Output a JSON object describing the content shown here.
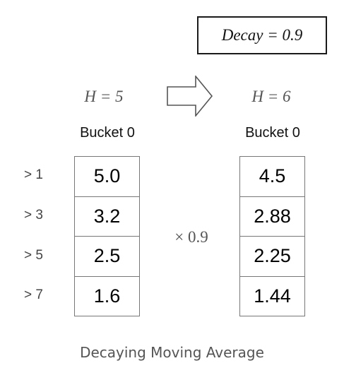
{
  "decay_label": "Decay = 0.9",
  "before": {
    "h_label": "H = 5",
    "bucket_title": "Bucket 0",
    "values": [
      "5.0",
      "3.2",
      "2.5",
      "1.6"
    ]
  },
  "after": {
    "h_label": "H = 6",
    "bucket_title": "Bucket 0",
    "values": [
      "4.5",
      "2.88",
      "2.25",
      "1.44"
    ]
  },
  "row_labels": [
    "> 1",
    "> 3",
    "> 5",
    "> 7"
  ],
  "multiplier": "× 0.9",
  "caption": "Decaying Moving Average",
  "colors": {
    "border": "#777777",
    "arrow": "#555555",
    "text": "#000000"
  },
  "icons": {
    "transition": "right-arrow-icon"
  }
}
